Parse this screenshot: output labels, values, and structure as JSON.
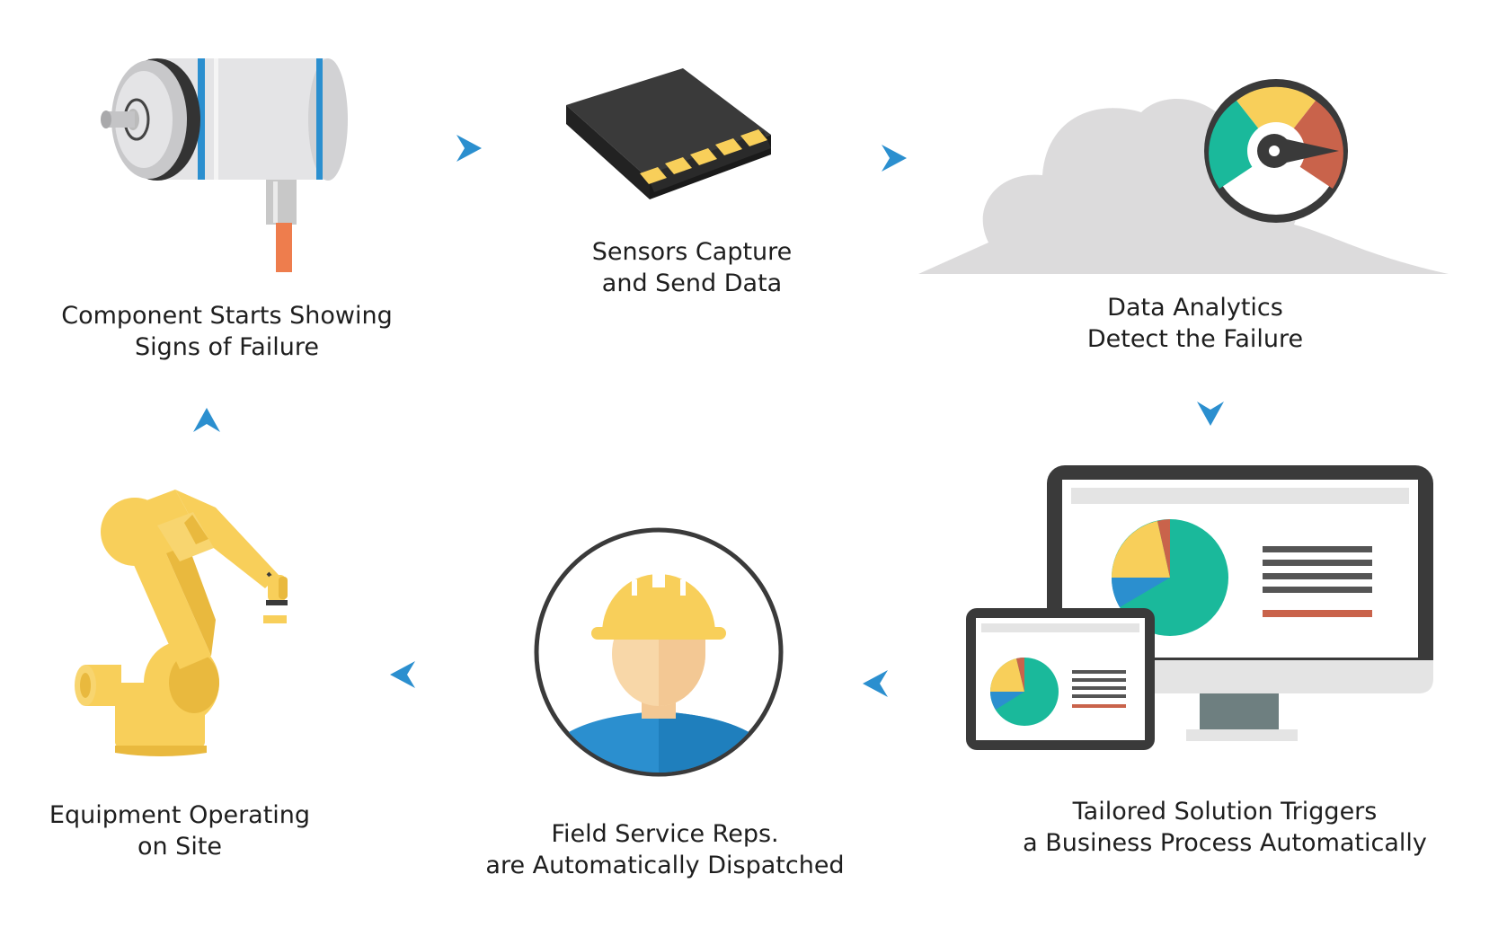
{
  "steps": [
    {
      "id": "component",
      "icon": "motor-encoder-icon",
      "lines": [
        "Component Starts Showing",
        "Signs of Failure"
      ]
    },
    {
      "id": "sensors",
      "icon": "sensor-chip-icon",
      "lines": [
        "Sensors Capture",
        "and Send Data"
      ]
    },
    {
      "id": "analytics",
      "icon": "cloud-gauge-icon",
      "lines": [
        "Data Analytics",
        "Detect the Failure"
      ]
    },
    {
      "id": "solution",
      "icon": "monitor-tablet-dashboard-icon",
      "lines": [
        "Tailored Solution Triggers",
        "a Business Process Automatically"
      ]
    },
    {
      "id": "dispatch",
      "icon": "field-worker-icon",
      "lines": [
        "Field Service Reps.",
        "are Automatically Dispatched"
      ]
    },
    {
      "id": "equipment",
      "icon": "robotic-arm-icon",
      "lines": [
        "Equipment Operating",
        "on Site"
      ]
    }
  ],
  "colors": {
    "arrow": "#2b8fcf",
    "teal": "#1ab99b",
    "yellow": "#f8cf5a",
    "blue": "#2b8fcf",
    "red": "#c9634b",
    "dark": "#333333",
    "cloud": "#dcdbdc",
    "orange": "#ee7d4d"
  }
}
